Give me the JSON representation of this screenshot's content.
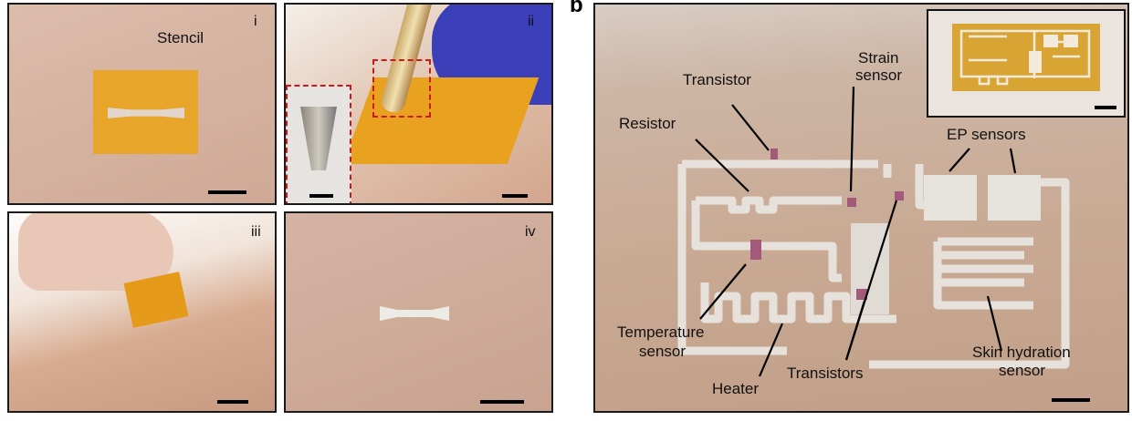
{
  "figure": {
    "panel_letter_b": "b",
    "panels_a": [
      {
        "id": "i",
        "label": "Stencil"
      },
      {
        "id": "ii"
      },
      {
        "id": "iii"
      },
      {
        "id": "iv"
      }
    ],
    "panel_b_labels": {
      "transistor": "Transistor",
      "strain_sensor_1": "Strain",
      "strain_sensor_2": "sensor",
      "resistor": "Resistor",
      "ep_sensors": "EP sensors",
      "temperature_sensor_1": "Temperature",
      "temperature_sensor_2": "sensor",
      "heater": "Heater",
      "transistors": "Transistors",
      "skin_hydration_1": "Skin hydration",
      "skin_hydration_2": "sensor"
    },
    "colors": {
      "skin": "#d9b5a0",
      "kapton": "#e9a21f",
      "silver": "#d9d6cf",
      "frame": "#1a1a1a"
    }
  }
}
